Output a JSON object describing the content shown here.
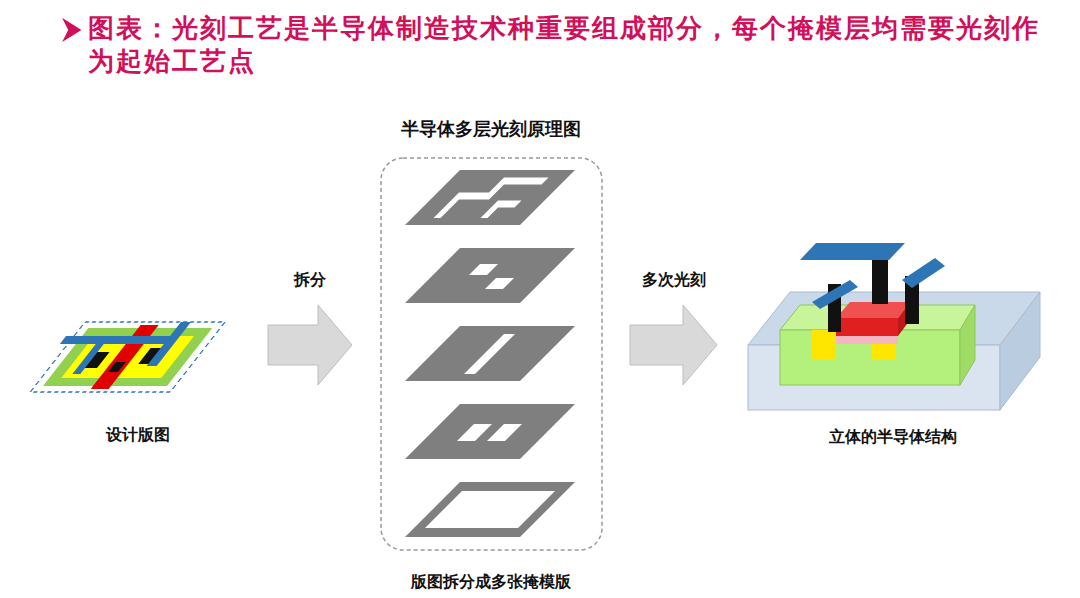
{
  "diagram": {
    "title": "图表：光刻工艺是半导体制造技术种重要组成部分，每个掩模层均需要光刻作为起始工艺点",
    "nodes": [
      {
        "text": [
          "设计版图"
        ]
      },
      {
        "text": [
          "半导体多层光刻原理图",
          "版图拆分成多张掩模版"
        ]
      },
      {
        "text": [
          "立体的半导体结构"
        ]
      }
    ],
    "edges": [
      {
        "from": 0,
        "to": 1,
        "label": "拆分",
        "arrow": "to"
      },
      {
        "from": 1,
        "to": 2,
        "label": "多次光刻",
        "arrow": "to"
      }
    ]
  }
}
